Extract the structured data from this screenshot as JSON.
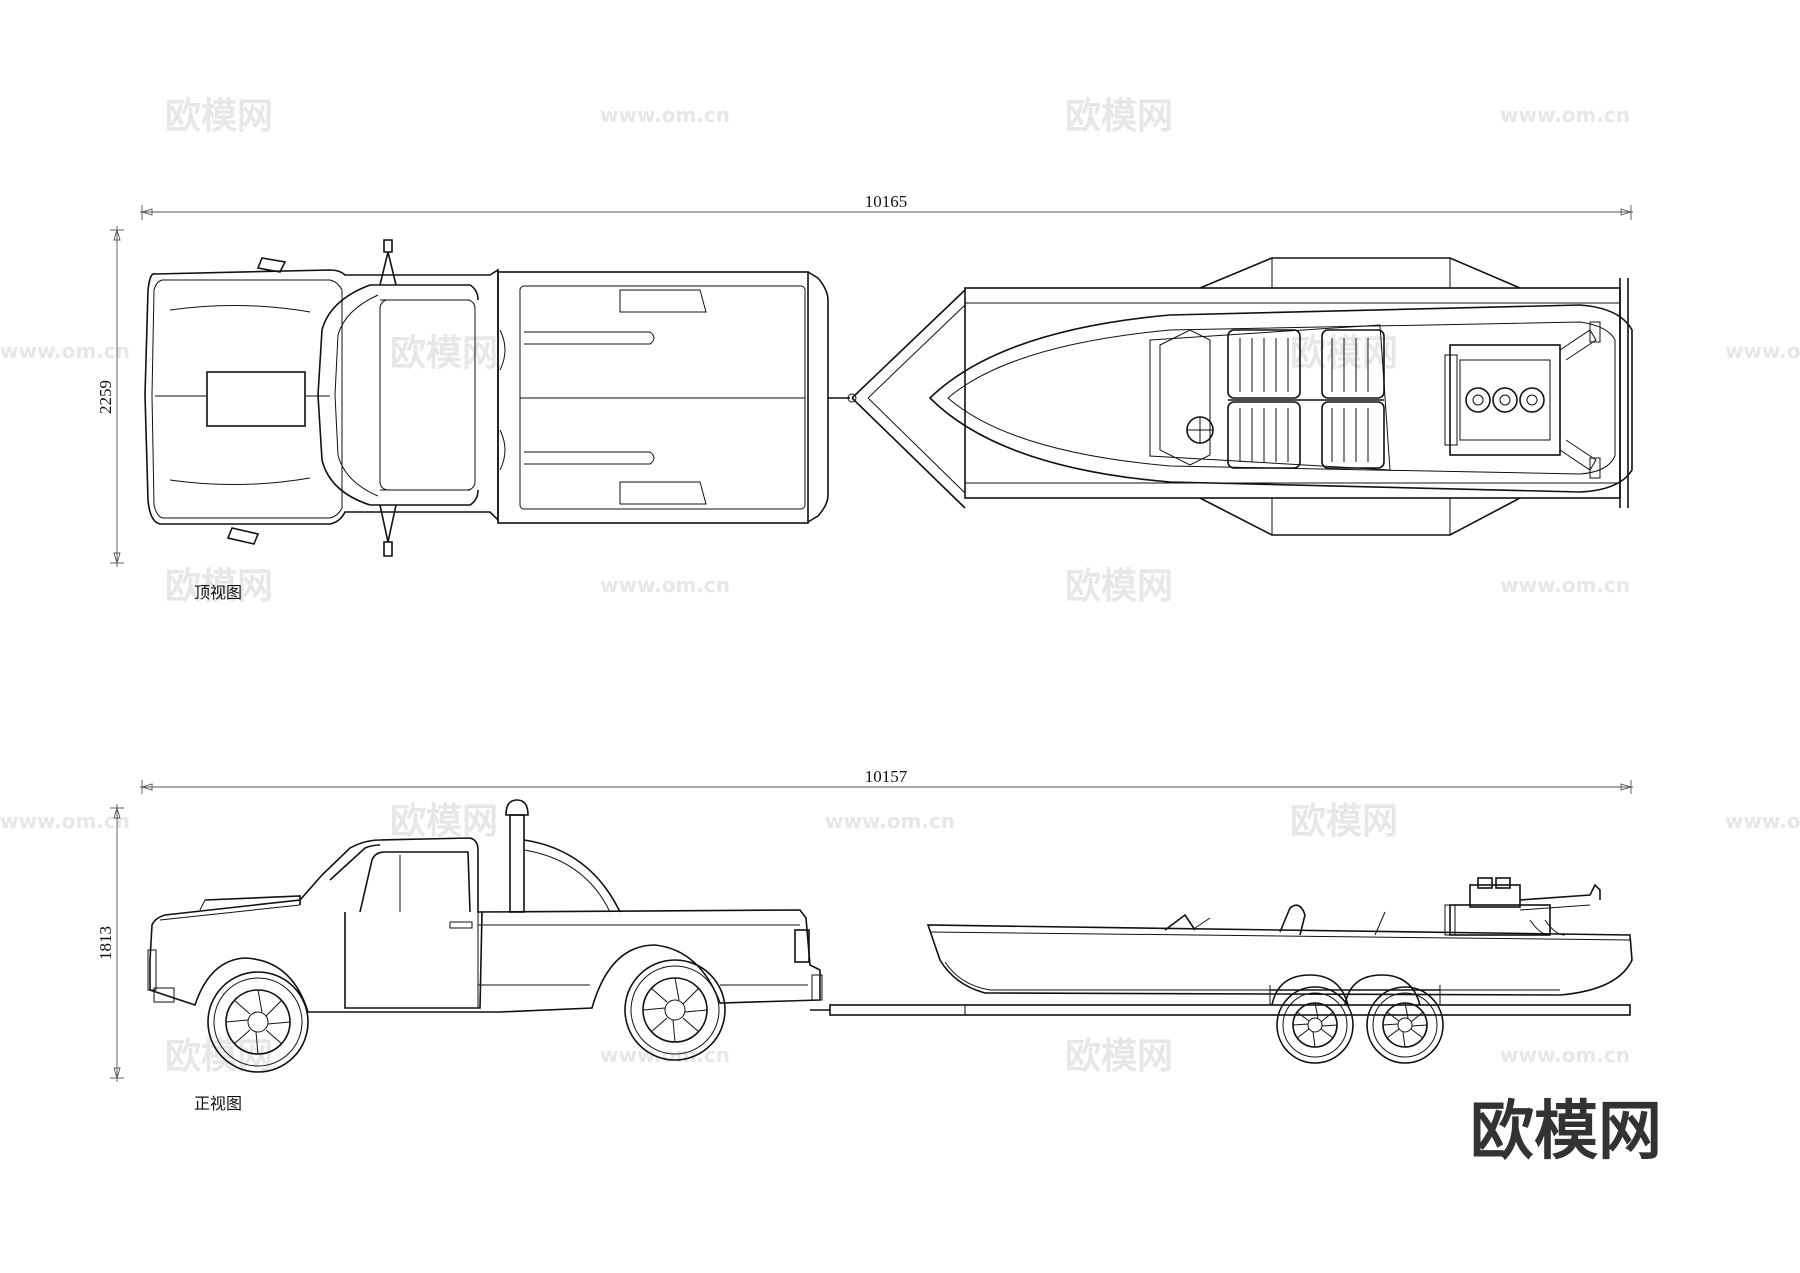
{
  "views": {
    "top": {
      "caption": "顶视图",
      "length_dim": "10165",
      "width_dim": "2259"
    },
    "front": {
      "caption": "正视图",
      "length_dim": "10157",
      "height_dim": "1813"
    }
  },
  "branding": {
    "logo_text": "欧模网"
  },
  "watermarks": {
    "logo": "欧模网",
    "url": "www.om.cn"
  },
  "colors": {
    "line": "#111111",
    "watermark": "#d8d8d8",
    "background": "#ffffff"
  }
}
